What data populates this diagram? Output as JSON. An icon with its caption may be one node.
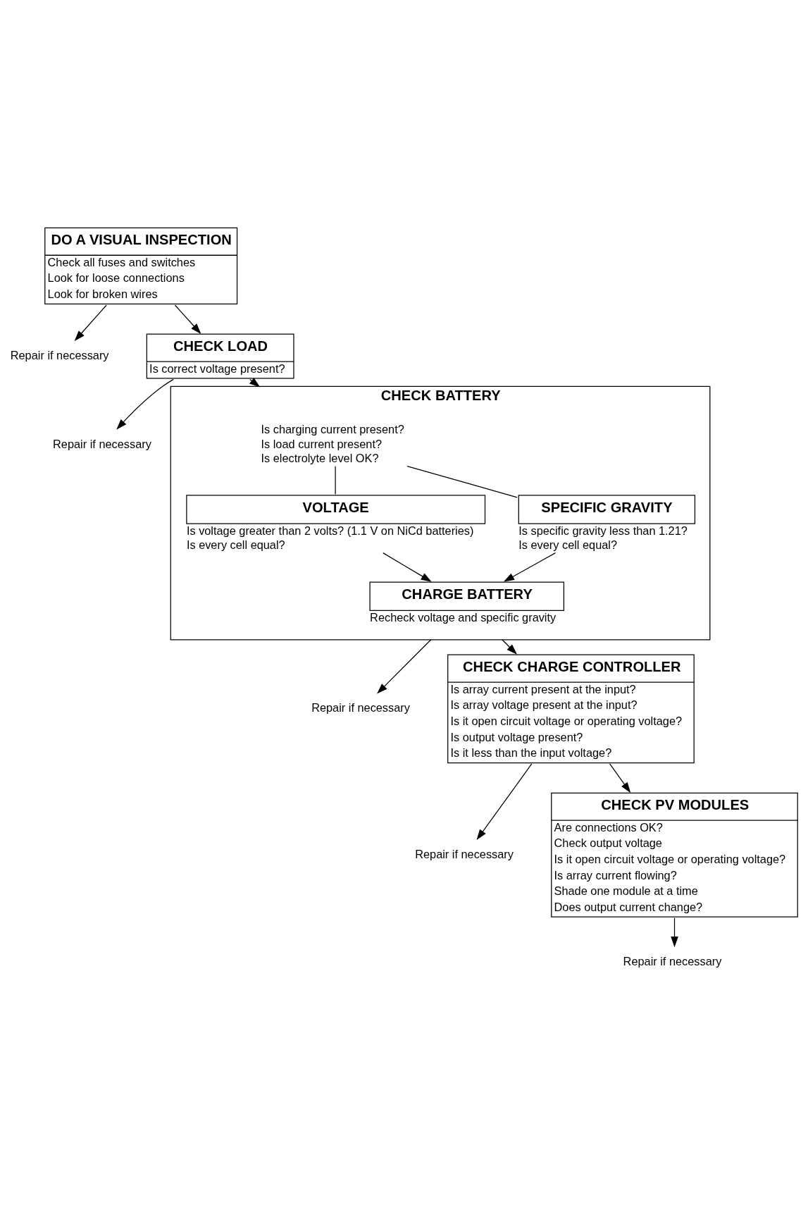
{
  "diagram": {
    "nodes": [
      {
        "text": [
          "DO A VISUAL INSPECTION",
          "Check all fuses and switches",
          "Look for loose connections",
          "Look for broken wires"
        ]
      },
      {
        "text": [
          "Repair if necessary"
        ]
      },
      {
        "text": [
          "CHECK LOAD",
          "Is correct voltage present?"
        ]
      },
      {
        "text": [
          "Repair if necessary"
        ]
      },
      {
        "text": [
          "CHECK BATTERY"
        ]
      },
      {
        "text": [
          "Is charging current present?",
          "Is load current present?",
          "Is electrolyte level OK?"
        ],
        "in": 4
      },
      {
        "text": [
          "VOLTAGE"
        ],
        "in": 4,
        "beside": [
          "Is voltage greater than 2 volts? (1.1 V on NiCd batteries)",
          "Is every cell equal?"
        ]
      },
      {
        "text": [
          "SPECIFIC GRAVITY"
        ],
        "in": 4,
        "beside": [
          "Is specific gravity less than 1.21?",
          "Is every cell equal?"
        ]
      },
      {
        "text": [
          "CHARGE BATTERY"
        ],
        "in": 4,
        "beside": [
          "Recheck voltage and specific gravity"
        ]
      },
      {
        "text": [
          "Repair if necessary"
        ]
      },
      {
        "text": [
          "CHECK CHARGE CONTROLLER",
          "Is array current present at the input?",
          "Is array voltage present at the input?",
          "Is it open circuit voltage or operating voltage?",
          "Is output voltage present?",
          "Is it less than the input voltage?"
        ]
      },
      {
        "text": [
          "Repair if necessary"
        ]
      },
      {
        "text": [
          "CHECK PV MODULES",
          "Are connections OK?",
          "Check output voltage",
          "Is it open circuit voltage or operating voltage?",
          "Is array current flowing?",
          "Shade one module at a time",
          "Does output current change?"
        ]
      },
      {
        "text": [
          "Repair if necessary"
        ]
      }
    ],
    "edges": [
      {
        "from": 0,
        "to": 2,
        "arrow": "to"
      },
      {
        "from": 0,
        "to": 1,
        "arrow": "to"
      },
      {
        "from": 2,
        "to": 4,
        "arrow": "to"
      },
      {
        "from": 2,
        "to": 3,
        "arrow": "to"
      },
      {
        "from": 5,
        "to": 6,
        "arrow": "none"
      },
      {
        "from": 5,
        "to": 7,
        "arrow": "none"
      },
      {
        "from": 6,
        "to": 8,
        "arrow": "to"
      },
      {
        "from": 7,
        "to": 8,
        "arrow": "to"
      },
      {
        "from": 4,
        "to": 10,
        "arrow": "to"
      },
      {
        "from": 4,
        "to": 9,
        "arrow": "to"
      },
      {
        "from": 10,
        "to": 12,
        "arrow": "to"
      },
      {
        "from": 10,
        "to": 11,
        "arrow": "to"
      },
      {
        "from": 12,
        "to": 13,
        "arrow": "to"
      }
    ]
  }
}
